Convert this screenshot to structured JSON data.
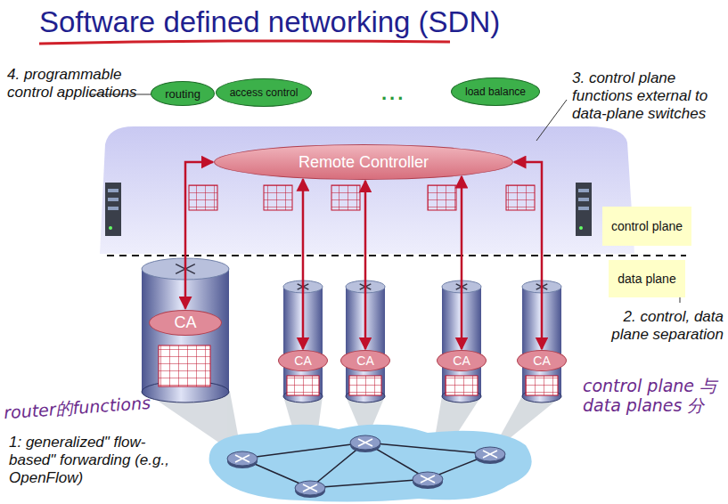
{
  "diagram": {
    "title": "Software defined networking (SDN)",
    "nodes": [
      {
        "text": [
          "routing"
        ]
      },
      {
        "text": [
          "access control"
        ]
      },
      {
        "text": [
          "load balance"
        ]
      },
      {
        "text": [
          "Remote Controller"
        ]
      },
      {
        "text": [
          "control plane"
        ]
      },
      {
        "text": [
          "data plane"
        ]
      },
      {
        "text": [
          "CA"
        ]
      },
      {
        "text": [
          "CA"
        ]
      },
      {
        "text": [
          "CA"
        ]
      },
      {
        "text": [
          "CA"
        ]
      },
      {
        "text": [
          "CA"
        ]
      }
    ],
    "edges": [
      {
        "from": 3,
        "to": 6,
        "arrow": "both"
      },
      {
        "from": 3,
        "to": 7,
        "arrow": "both"
      },
      {
        "from": 3,
        "to": 8,
        "arrow": "both"
      },
      {
        "from": 3,
        "to": 9,
        "arrow": "both"
      },
      {
        "from": 3,
        "to": 10,
        "arrow": "both"
      }
    ],
    "labels": [
      "4. programmable control applications",
      "...",
      "3. control plane functions external to data-plane switches",
      "2. control, data plane separation",
      "1: generalized\" flow-based\" forwarding (e.g., OpenFlow)",
      "router的functions",
      "control plane 与 data planes 分"
    ]
  }
}
